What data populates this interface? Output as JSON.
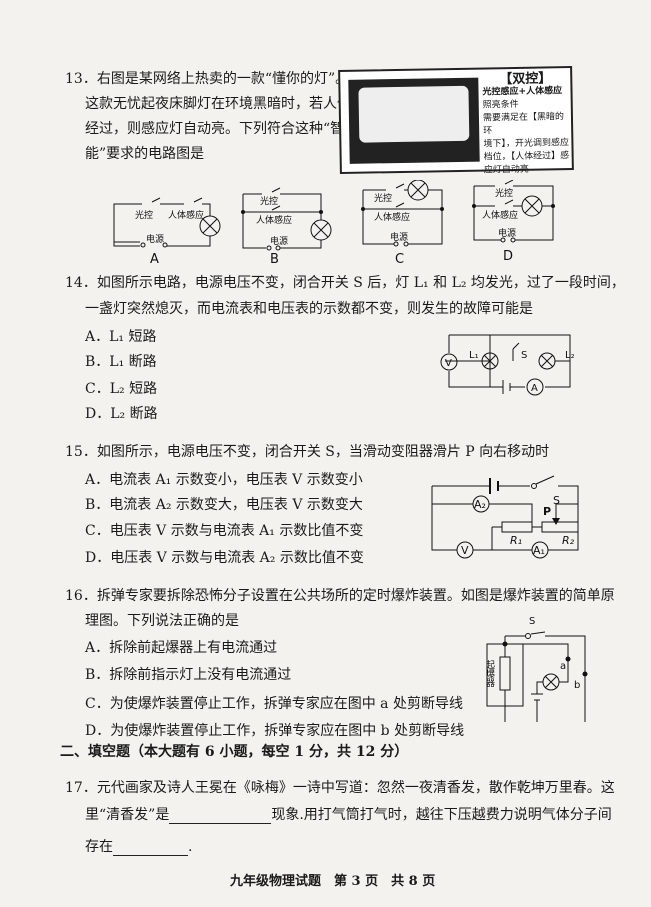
{
  "q13": {
    "lines": [
      "13．右图是某网络上热卖的一款“懂你的灯”。",
      "这款无忧起夜床脚灯在环境黑暗时，若人体",
      "经过，则感应灯自动亮。下列符合这种“智",
      "能”要求的电路图是"
    ],
    "ad": {
      "title": "【双控】",
      "subtitle": "光控感应+人体感应",
      "lines": [
        "照亮条件",
        "需要满足在【黑暗的环",
        "境下】，开光调到感应",
        "档位，【人体经过】感",
        "应灯自动亮"
      ]
    },
    "diagram_labels": {
      "light": "光控",
      "body": "人体感应",
      "power": "电源"
    },
    "options": [
      "A",
      "B",
      "C",
      "D"
    ]
  },
  "q14": {
    "lines": [
      "14．如图所示电路，电源电压不变，闭合开关 S 后，灯 L₁ 和 L₂ 均发光，过了一段时间，",
      "一盏灯突然熄灭，而电流表和电压表的示数都不变，则发生的故障可能是"
    ],
    "options": [
      "A．L₁ 短路",
      "B．L₁ 断路",
      "C．L₂ 短路",
      "D．L₂ 断路"
    ],
    "circuit": {
      "v": "V",
      "l1": "L₁",
      "s": "S",
      "l2": "L₂",
      "a": "A"
    }
  },
  "q15": {
    "lines": [
      "15．如图所示，电源电压不变，闭合开关 S，当滑动变阻器滑片 P 向右移动时"
    ],
    "options": [
      "A．电流表 A₁ 示数变小，电压表 V 示数变小",
      "B．电流表 A₂ 示数变大，电压表 V 示数变大",
      "C．电压表 V 示数与电流表 A₁ 示数比值不变",
      "D．电压表 V 示数与电流表 A₂ 示数比值不变"
    ],
    "circuit": {
      "s": "S",
      "a2": "A₂",
      "p": "P",
      "r1": "R₁",
      "r2": "R₂",
      "v": "V",
      "a1": "A₁"
    }
  },
  "q16": {
    "lines": [
      "16．拆弹专家要拆除恐怖分子设置在公共场所的定时爆炸装置。如图是爆炸装置的简单原",
      "理图。下列说法正确的是"
    ],
    "options": [
      "A．拆除前起爆器上有电流通过",
      "B．拆除前指示灯上没有电流通过",
      "C．为使爆炸装置停止工作，拆弹专家应在图中 a 处剪断导线",
      "D．为使爆炸装置停止工作，拆弹专家应在图中 b 处剪断导线"
    ],
    "circuit": {
      "s": "S",
      "detonator": "起爆器",
      "a": "a",
      "b": "b"
    }
  },
  "section2": "二、填空题（本大题有 6 小题，每空 1 分，共 12 分）",
  "q17": {
    "line1": "17．元代画家及诗人王冕在《咏梅》一诗中写道：忽然一夜清香发，散作乾坤万里春。这",
    "line2a": "里“清香发”是",
    "line2b": "现象.用打气筒打气时，越往下压越费力说明气体分子间",
    "line3a": "存在",
    "line3b": "."
  },
  "footer": "九年级物理试题　第 3 页　共 8 页"
}
